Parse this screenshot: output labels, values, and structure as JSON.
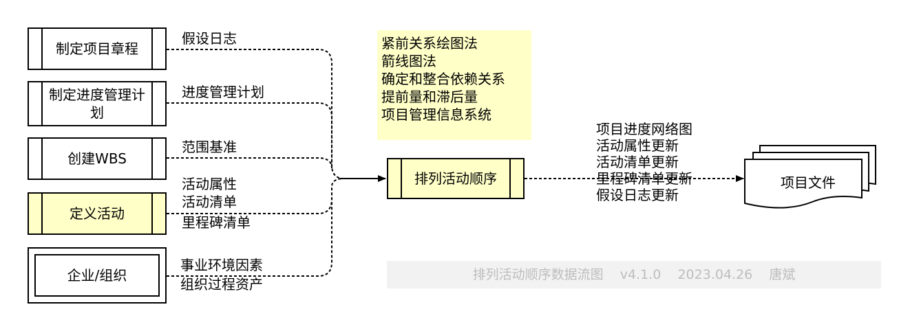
{
  "inputs": {
    "charter": "制定项目章程",
    "schedule_plan": "制定进度管理计划",
    "wbs": "创建WBS",
    "define_activities": "定义活动",
    "enterprise": "企业/组织"
  },
  "flows": {
    "assumption_log": "假设日志",
    "schedule_mgmt_plan": "进度管理计划",
    "scope_baseline": "范围基准",
    "activity_attributes": "活动属性",
    "activity_list": "活动清单",
    "milestone_list": "里程碑清单",
    "eef": "事业环境因素",
    "opa": "组织过程资产"
  },
  "process": {
    "label": "排列活动顺序"
  },
  "tools": [
    "紧前关系绘图法",
    "箭线图法",
    "确定和整合依赖关系",
    "提前量和滞后量",
    "项目管理信息系统"
  ],
  "outputs": [
    "项目进度网络图",
    "活动属性更新",
    "活动清单更新",
    "里程碑清单更新",
    "假设日志更新"
  ],
  "destination": {
    "label": "项目文件"
  },
  "footer": {
    "text": "排列活动顺序数据流图    v4.1.0    2023.04.26    唐斌"
  }
}
